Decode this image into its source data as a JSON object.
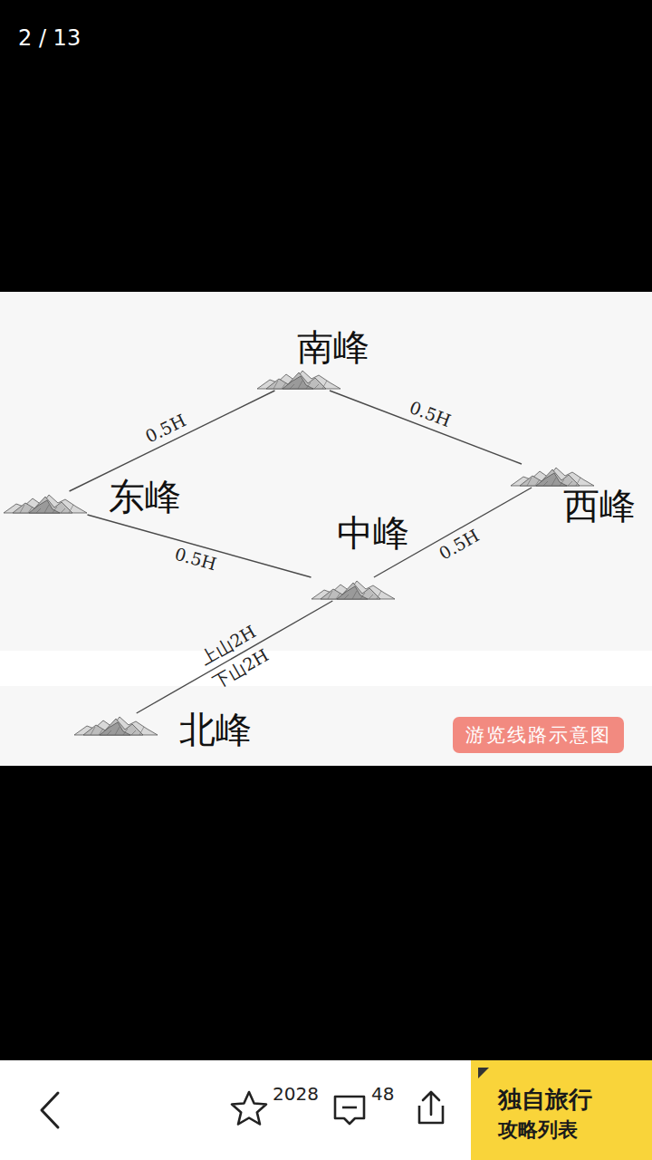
{
  "diagram": {
    "nodes": [
      {
        "text": [
          "南峰"
        ]
      },
      {
        "text": [
          "东峰"
        ]
      },
      {
        "text": [
          "中峰"
        ]
      },
      {
        "text": [
          "西峰"
        ]
      },
      {
        "text": [
          "北峰"
        ]
      },
      {
        "text": [
          "游览线路示意图"
        ]
      },
      {
        "text": [
          "独自旅行",
          "攻略列表"
        ]
      }
    ],
    "edges": [
      {
        "from": 1,
        "to": 0,
        "arrow": "none",
        "label": "0.5H"
      },
      {
        "from": 0,
        "to": 3,
        "arrow": "none",
        "label": "0.5H"
      },
      {
        "from": 1,
        "to": 2,
        "arrow": "none",
        "label": "0.5H"
      },
      {
        "from": 2,
        "to": 3,
        "arrow": "none",
        "label": "0.5H"
      },
      {
        "from": 2,
        "to": 4,
        "arrow": "none",
        "label": "上山2H"
      }
    ],
    "labels": [
      "2 / 13",
      "下山2H",
      "2028",
      "48"
    ]
  }
}
